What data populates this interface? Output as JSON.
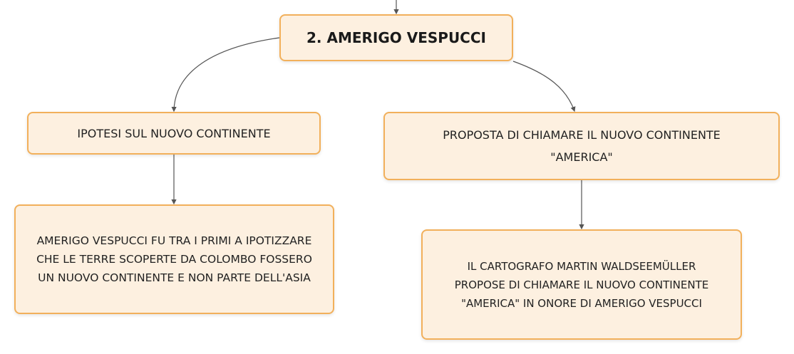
{
  "diagram": {
    "root": {
      "label": "2. AMERIGO VESPUCCI"
    },
    "branches": [
      {
        "label": "IPOTESI SUL NUOVO CONTINENTE",
        "child": {
          "label": "AMERIGO VESPUCCI FU TRA I PRIMI A IPOTIZZARE\nCHE LE TERRE SCOPERTE DA COLOMBO FOSSERO\nUN NUOVO CONTINENTE E NON PARTE DELL'ASIA"
        }
      },
      {
        "label": "PROPOSTA DI CHIAMARE IL NUOVO CONTINENTE\n\"AMERICA\"",
        "child": {
          "label": "IL CARTOGRAFO MARTIN WALDSEEMÜLLER\nPROPOSE DI CHIAMARE IL NUOVO CONTINENTE\n\"AMERICA\" IN ONORE DI AMERIGO VESPUCCI"
        }
      }
    ]
  },
  "colors": {
    "node_fill": "#fdf0e0",
    "node_border": "#f2b05b",
    "connector": "#555555"
  }
}
